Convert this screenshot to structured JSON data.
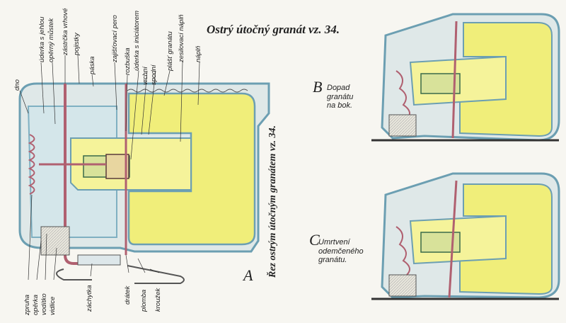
{
  "title": "Ostrý útočný granát vz. 34.",
  "vertical_title": "Řez ostrým útočným granátem vz. 34.",
  "figure_a": {
    "letter": "A",
    "labels_top": [
      "dno",
      "úderka s jehlou",
      "opěrný můstek",
      "zástrčka vrhové",
      "pojistky",
      "páska",
      "zajišťovací pero",
      "rozbuška",
      "úderka s iniciátorem",
      "vrchní",
      "spodní",
      "plášť granátu",
      "zesilovací náplň",
      "náplň"
    ],
    "labels_bottom": [
      "zpruha",
      "opěrka",
      "vodítko",
      "vidlice",
      "záchytka",
      "drátek",
      "plomba",
      "kroužek"
    ]
  },
  "figure_b": {
    "letter": "B",
    "caption": [
      "Dopad",
      "granátu",
      "na bok."
    ]
  },
  "figure_c": {
    "letter": "C",
    "caption": [
      "Umrtvení",
      "odemčeného",
      "granátu."
    ]
  },
  "colors": {
    "charge": "#f0ee7a",
    "casing": "#8ab9c9",
    "casing_fill": "#cfe3e8",
    "rod": "#b06070",
    "ground": "#333333",
    "background": "#f7f6f1"
  }
}
